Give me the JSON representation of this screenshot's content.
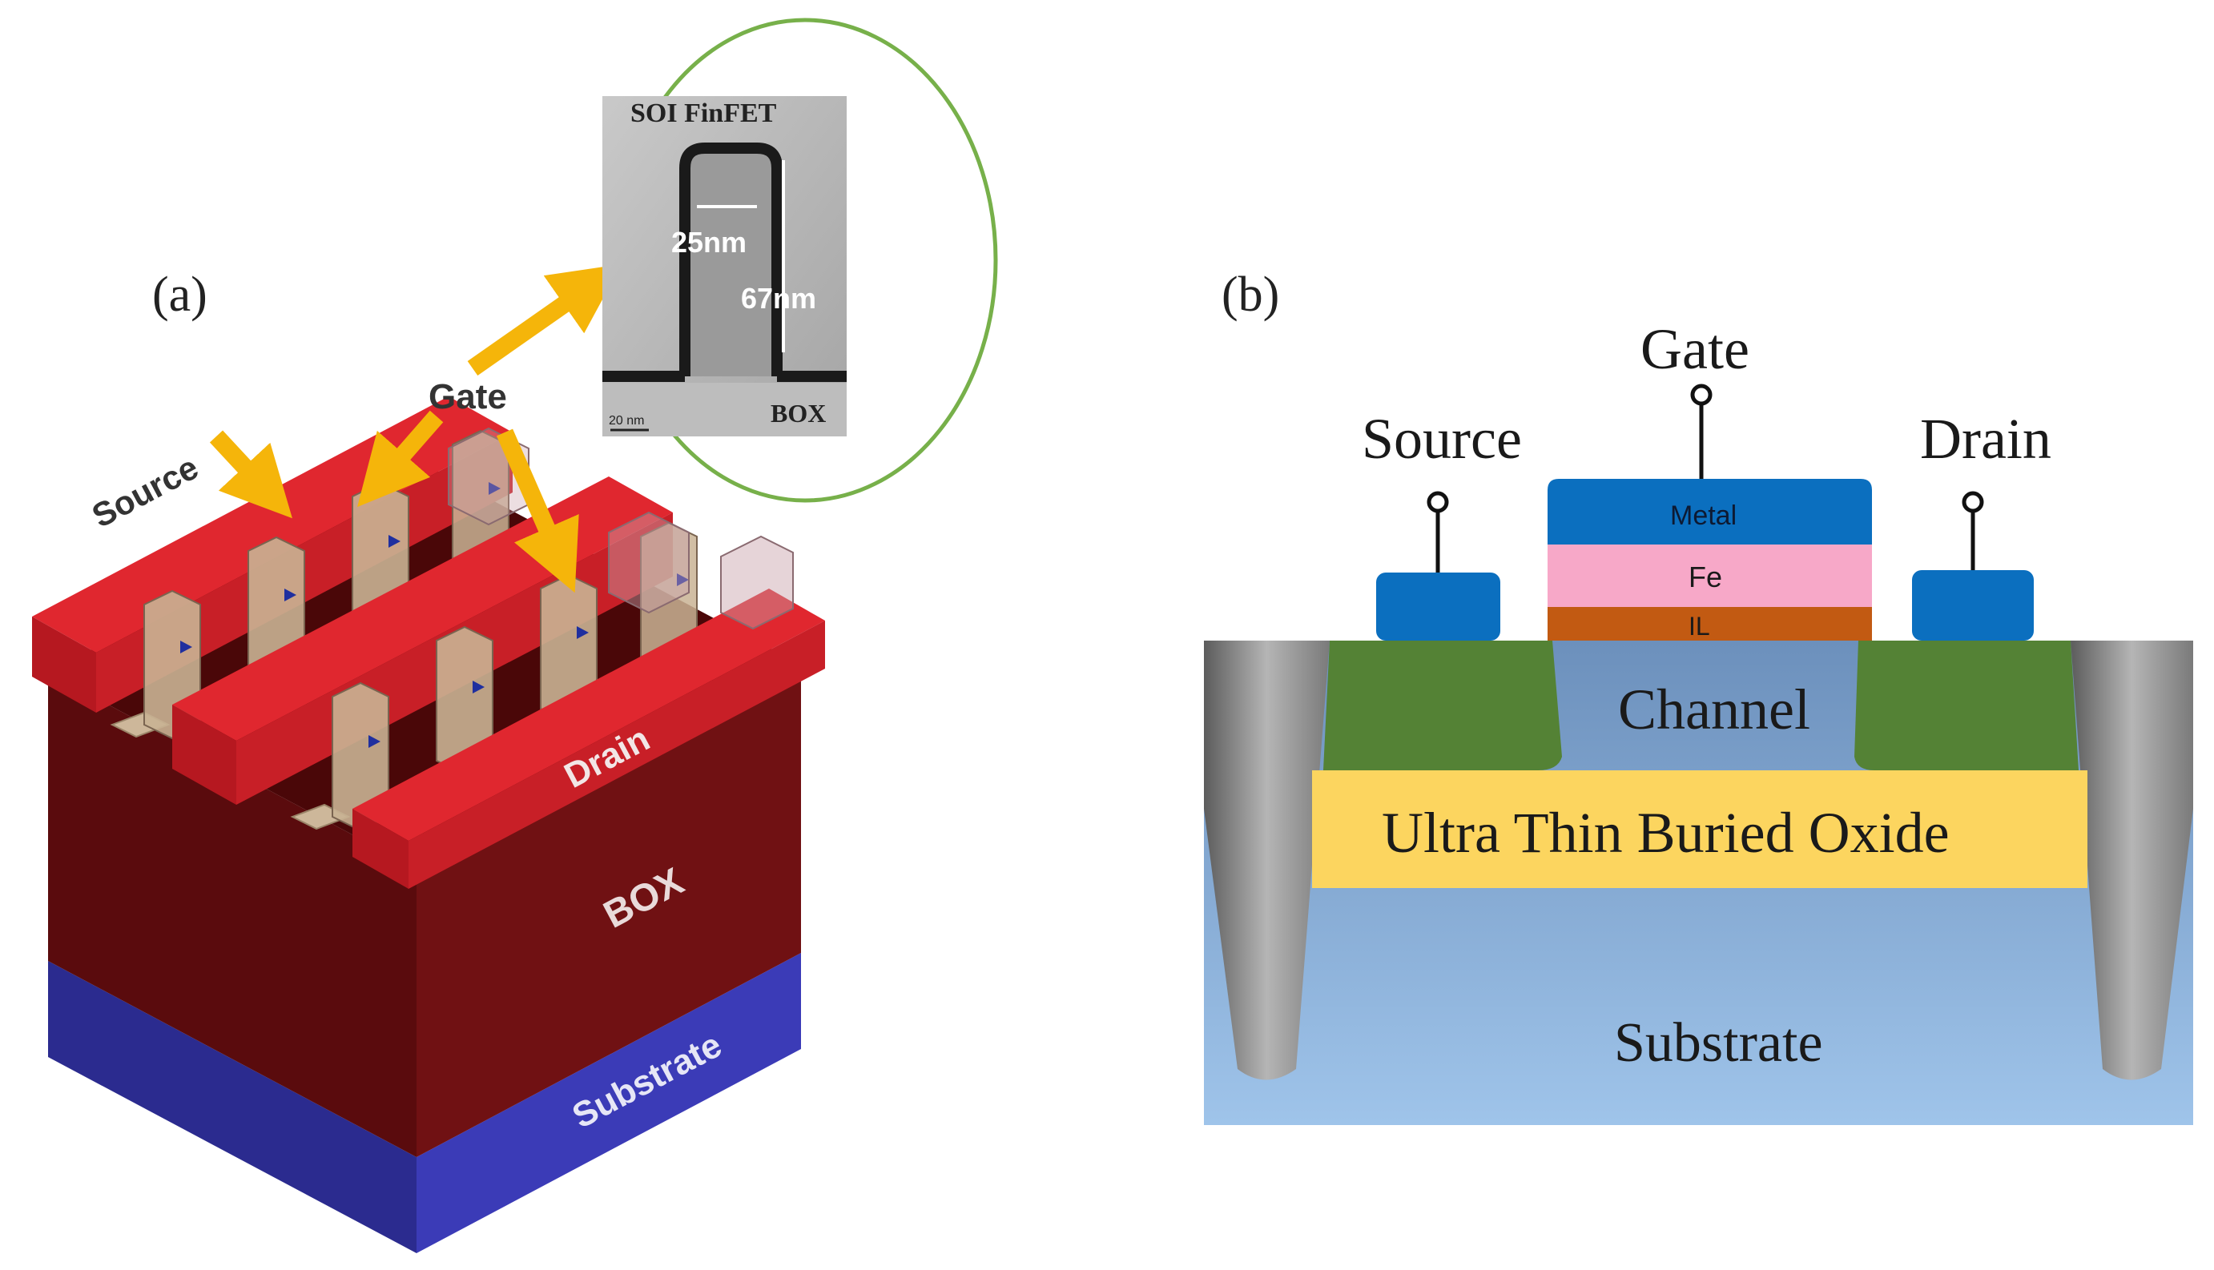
{
  "panel_a": {
    "label": "(a)",
    "inset": {
      "title": "SOI FinFET",
      "width_dim": "25nm",
      "height_dim": "67nm",
      "box_label": "BOX",
      "scale_label": "20 nm"
    },
    "source_label": "Source",
    "gate_label": "Gate",
    "drain_label": "Drain",
    "box_label": "BOX",
    "substrate_label": "Substrate"
  },
  "panel_b": {
    "label": "(b)",
    "gate_label": "Gate",
    "source_label": "Source",
    "drain_label": "Drain",
    "metal_label": "Metal",
    "fe_label": "Fe",
    "il_label": "IL",
    "channel_label": "Channel",
    "oxide_label": "Ultra Thin Buried Oxide",
    "substrate_label": "Substrate"
  },
  "colors": {
    "red_top": "#e0272f",
    "red_side": "#b61820",
    "box_front": "#5a0b0d",
    "box_side": "#6e1012",
    "substrate_front": "#2b2b8f",
    "substrate_side": "#3a3ab8",
    "arrow": "#f5b50a",
    "inset_ring": "#77b04a",
    "contact_blue": "#0b6fbf",
    "fe_pink": "#f7a8c8",
    "il_orange": "#c25a12",
    "channel_green": "#548235",
    "oxide_yellow": "#fcd55f",
    "substrate_light": "#9bbfe4",
    "trench_gray": "#8a8a8a"
  }
}
